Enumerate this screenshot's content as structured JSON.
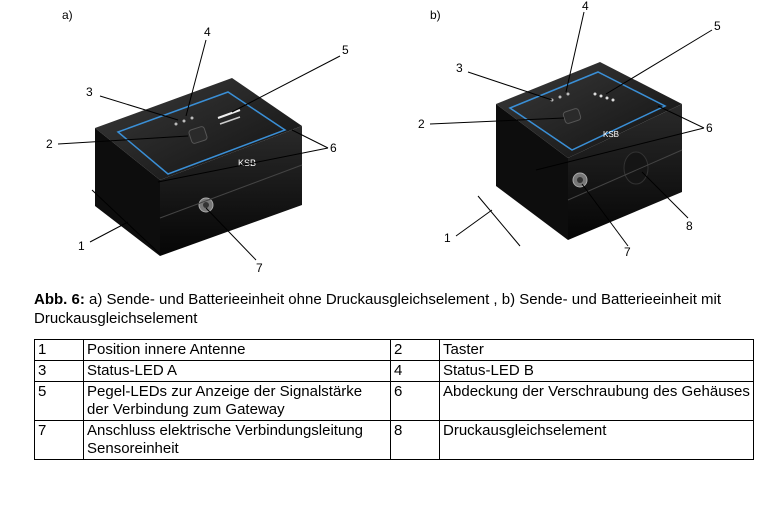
{
  "figure": {
    "panel_a": "a)",
    "panel_b": "b)",
    "callouts_a": [
      "1",
      "2",
      "3",
      "4",
      "5",
      "6",
      "7"
    ],
    "callouts_b": [
      "1",
      "2",
      "3",
      "4",
      "5",
      "6",
      "7",
      "8"
    ],
    "logo_text": "KSB"
  },
  "caption": {
    "label": "Abb. 6:",
    "text": " a) Sende- und Batterieeinheit ohne Druckausgleichselement , b) Sende- und Batterieeinheit mit Druckausgleichselement"
  },
  "legend": {
    "rows": [
      {
        "n1": "1",
        "d1": "Position innere Antenne",
        "n2": "2",
        "d2": "Taster"
      },
      {
        "n1": "3",
        "d1": "Status-LED A",
        "n2": "4",
        "d2": "Status-LED B"
      },
      {
        "n1": "5",
        "d1": "Pegel-LEDs zur Anzeige der Signalstärke der Verbindung zum Gateway",
        "n2": "6",
        "d2": "Abdeckung der Verschraubung des Gehäuses"
      },
      {
        "n1": "7",
        "d1": "Anschluss elektrische Verbindungsleitung Sensoreinheit",
        "n2": "8",
        "d2": "Druckausgleichselement"
      }
    ]
  },
  "colors": {
    "housing": "#1a1a1a",
    "accent": "#3a8fd6"
  }
}
